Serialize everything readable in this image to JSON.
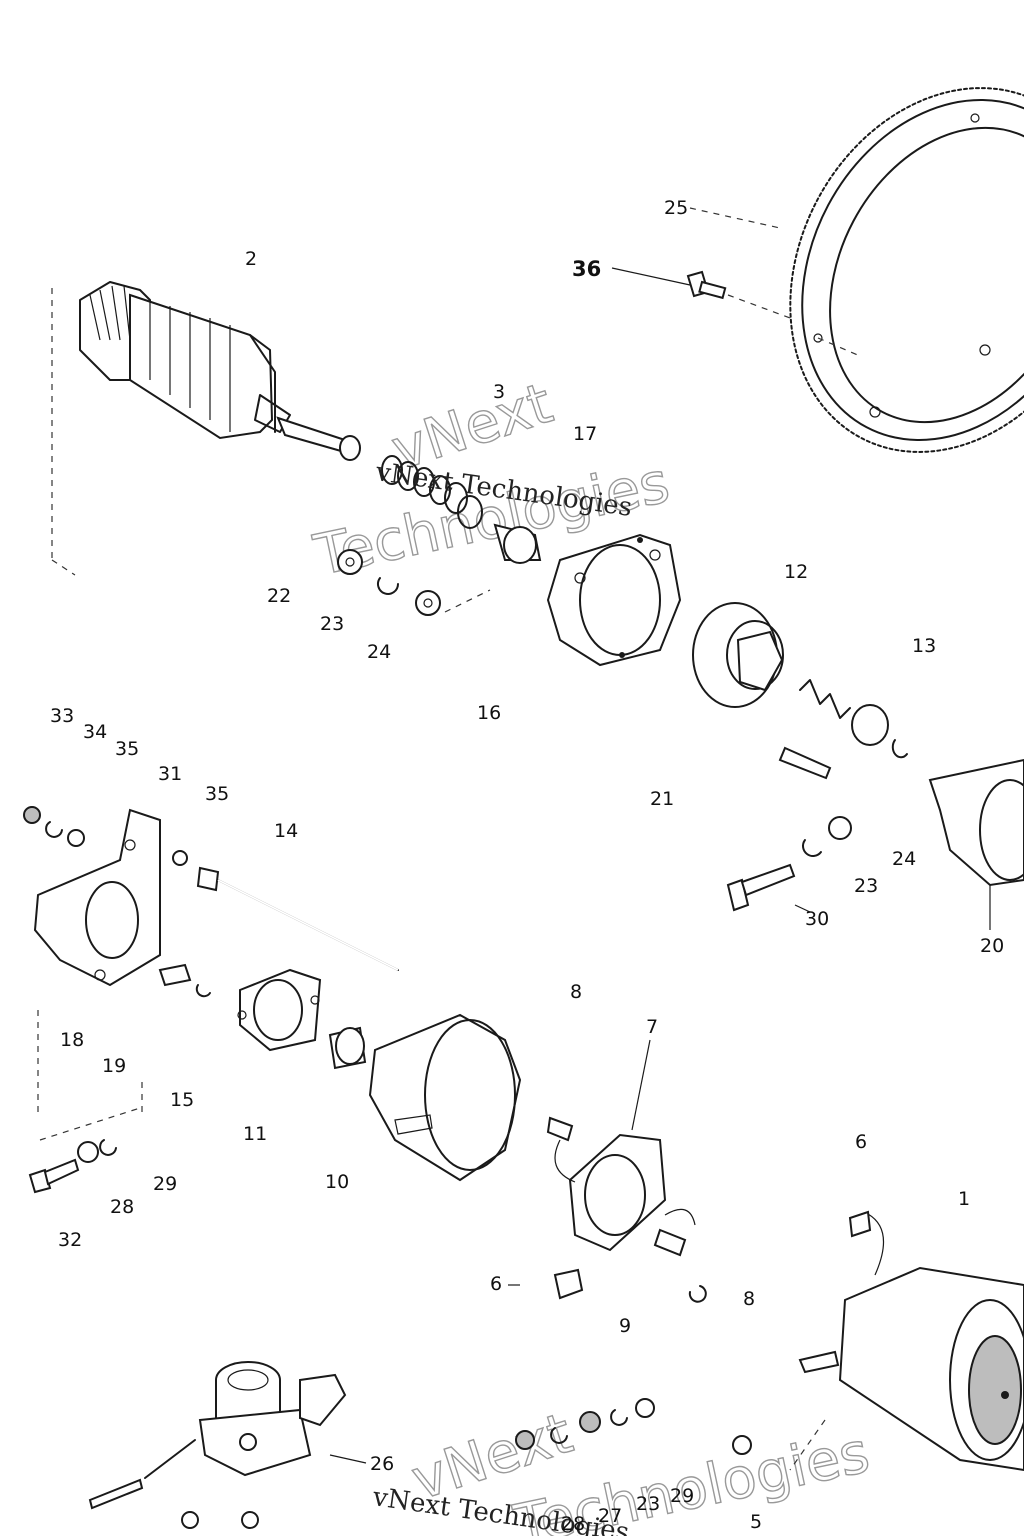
{
  "diagram": {
    "part_labels": [
      {
        "id": "p2",
        "text": "2"
      },
      {
        "id": "p3",
        "text": "3"
      },
      {
        "id": "p17",
        "text": "17"
      },
      {
        "id": "p25",
        "text": "25"
      },
      {
        "id": "p36",
        "text": "36"
      },
      {
        "id": "p22",
        "text": "22"
      },
      {
        "id": "p23a",
        "text": "23"
      },
      {
        "id": "p24a",
        "text": "24"
      },
      {
        "id": "p12",
        "text": "12"
      },
      {
        "id": "p13",
        "text": "13"
      },
      {
        "id": "p16",
        "text": "16"
      },
      {
        "id": "p33",
        "text": "33"
      },
      {
        "id": "p34",
        "text": "34"
      },
      {
        "id": "p35a",
        "text": "35"
      },
      {
        "id": "p31",
        "text": "31"
      },
      {
        "id": "p35b",
        "text": "35"
      },
      {
        "id": "p14",
        "text": "14"
      },
      {
        "id": "p21",
        "text": "21"
      },
      {
        "id": "p24b",
        "text": "24"
      },
      {
        "id": "p23b",
        "text": "23"
      },
      {
        "id": "p30",
        "text": "30"
      },
      {
        "id": "p20",
        "text": "20"
      },
      {
        "id": "p8a",
        "text": "8"
      },
      {
        "id": "p7",
        "text": "7"
      },
      {
        "id": "p18",
        "text": "18"
      },
      {
        "id": "p19",
        "text": "19"
      },
      {
        "id": "p15",
        "text": "15"
      },
      {
        "id": "p11",
        "text": "11"
      },
      {
        "id": "p29a",
        "text": "29"
      },
      {
        "id": "p28a",
        "text": "28"
      },
      {
        "id": "p10",
        "text": "10"
      },
      {
        "id": "p32",
        "text": "32"
      },
      {
        "id": "p6a",
        "text": "6"
      },
      {
        "id": "p1",
        "text": "1"
      },
      {
        "id": "p6b",
        "text": "6"
      },
      {
        "id": "p8b",
        "text": "8"
      },
      {
        "id": "p9",
        "text": "9"
      },
      {
        "id": "p26",
        "text": "26"
      },
      {
        "id": "p27",
        "text": "27"
      },
      {
        "id": "p23c",
        "text": "23"
      },
      {
        "id": "p29b",
        "text": "29"
      },
      {
        "id": "p28b",
        "text": "28"
      },
      {
        "id": "p5",
        "text": "5"
      }
    ],
    "watermarks": [
      {
        "id": "wm1",
        "text": "vNext Technologies"
      },
      {
        "id": "wm2",
        "text": "vNext Technologies"
      }
    ],
    "ghost_watermarks": [
      {
        "id": "g1",
        "text": "vNext"
      },
      {
        "id": "g2",
        "text": "Technologies"
      },
      {
        "id": "g3",
        "text": "vNext"
      },
      {
        "id": "g4",
        "text": "Technologies"
      }
    ]
  }
}
